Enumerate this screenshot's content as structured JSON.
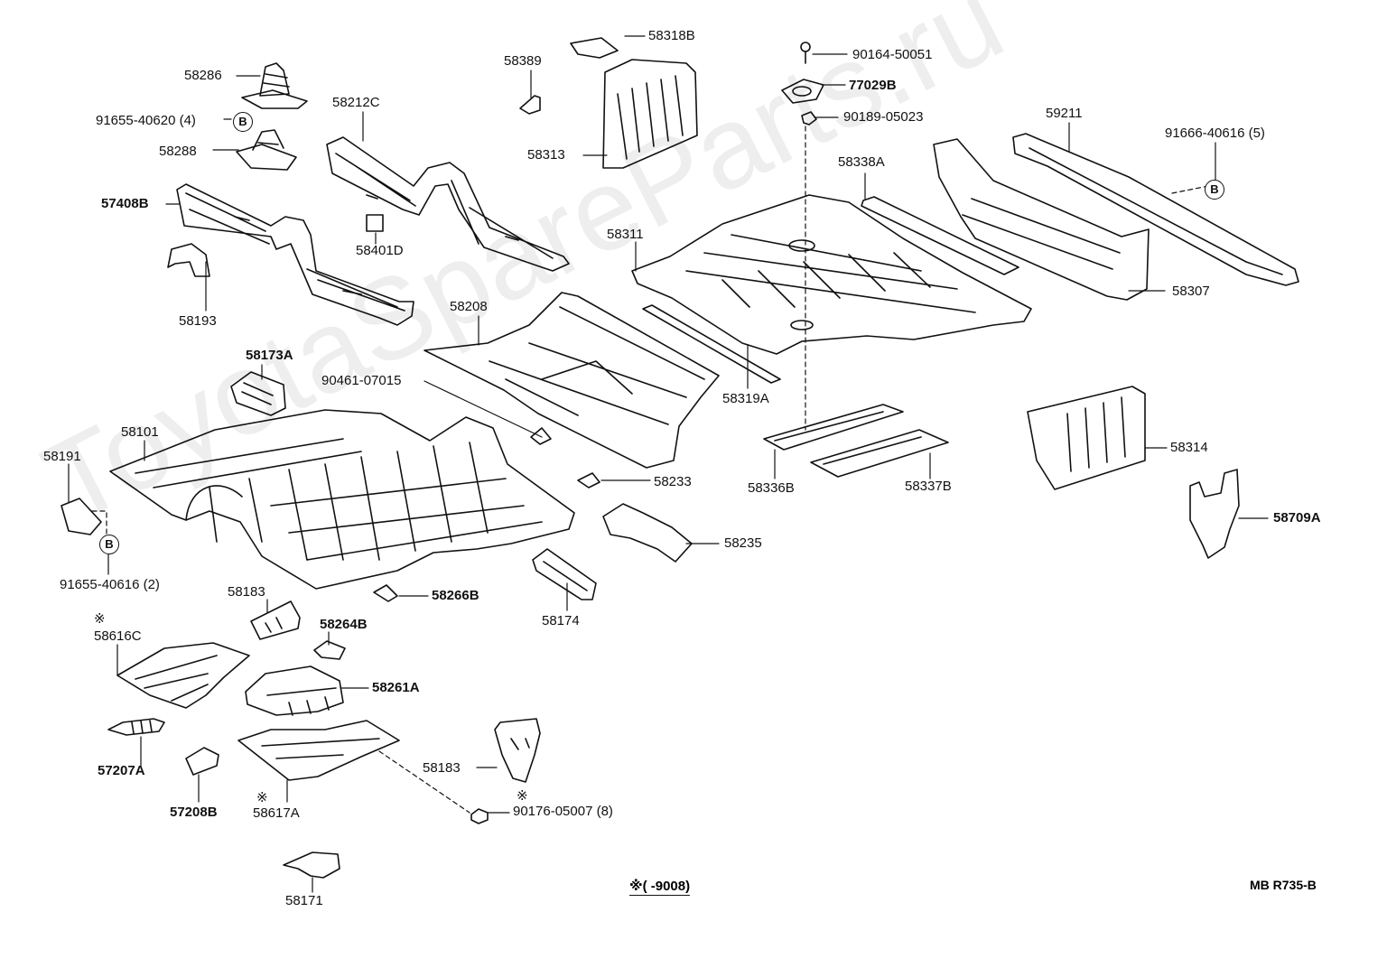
{
  "diagram": {
    "watermark": "ToyotaSpareParts.ru",
    "footnote": "※(      -9008)",
    "reference_code": "MB R735-B",
    "marker_symbol": "※",
    "circle_letter": "B",
    "labels": {
      "p58286": "58286",
      "p91655_40620": "91655-40620 (4)",
      "p58288": "58288",
      "p57408B": "57408B",
      "p58193": "58193",
      "p58212C": "58212C",
      "p58401D": "58401D",
      "p58389": "58389",
      "p58318B": "58318B",
      "p58313": "58313",
      "p90164": "90164-50051",
      "p77029B": "77029B",
      "p90189": "90189-05023",
      "p59211": "59211",
      "p91666": "91666-40616 (5)",
      "p58338A": "58338A",
      "p58311": "58311",
      "p58307": "58307",
      "p58208": "58208",
      "p58173A": "58173A",
      "p90461": "90461-07015",
      "p58319A": "58319A",
      "p58101": "58101",
      "p58191": "58191",
      "p91655_40616": "91655-40616 (2)",
      "p58233": "58233",
      "p58336B": "58336B",
      "p58337B": "58337B",
      "p58314": "58314",
      "p58709A": "58709A",
      "p58235": "58235",
      "p58266B": "58266B",
      "p58174": "58174",
      "p58183a": "58183",
      "p58616C": "58616C",
      "p58264B": "58264B",
      "p58261A": "58261A",
      "p57207A": "57207A",
      "p58183b": "58183",
      "p57208B": "57208B",
      "p58617A": "58617A",
      "p90176": "90176-05007 (8)",
      "p58171": "58171"
    }
  }
}
